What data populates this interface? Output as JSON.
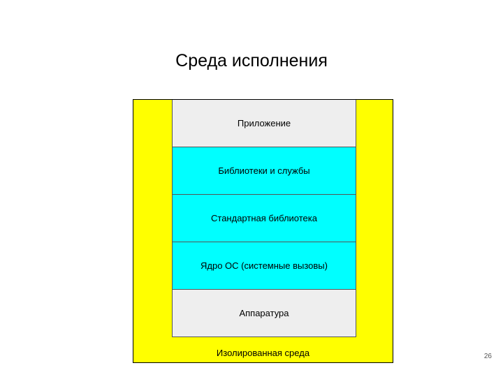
{
  "title": "Среда исполнения",
  "diagram": {
    "container": {
      "label": "Изолированная среда",
      "color": "#ffff00"
    },
    "layers": [
      {
        "label": "Приложение",
        "color": "#eeeeee"
      },
      {
        "label": "Библиотеки и службы",
        "color": "#00ffff"
      },
      {
        "label": "Стандартная библиотека",
        "color": "#00ffff"
      },
      {
        "label": "Ядро ОС (системные вызовы)",
        "color": "#00ffff"
      },
      {
        "label": "Аппаратура",
        "color": "#eeeeee"
      }
    ]
  },
  "page_number": "26"
}
